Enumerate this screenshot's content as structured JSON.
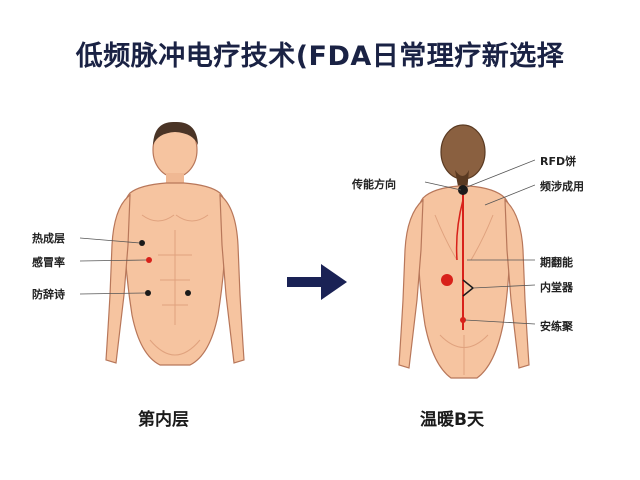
{
  "title": "低频脉冲电疗技术(FDA日常理疗新选择",
  "front": {
    "labels": [
      "热成层",
      "感冒率",
      "防辞诗"
    ],
    "caption": "第内层"
  },
  "back": {
    "labels_left": [
      "传能方向"
    ],
    "labels_right": [
      "RFD饼",
      "频涉成用",
      "期翻能",
      "内堂器",
      "安练聚"
    ],
    "caption": "温暖B天"
  },
  "arrow": {
    "icon": "right-arrow-icon",
    "color": "#1a2255"
  },
  "colors": {
    "skin": "#f6c4a0",
    "skin_shade": "#e8a985",
    "outline": "#b8775a",
    "hair": "#4a3426",
    "accent_red": "#d8211a",
    "dark_node": "#1a1a1a",
    "title": "#1a2244"
  }
}
